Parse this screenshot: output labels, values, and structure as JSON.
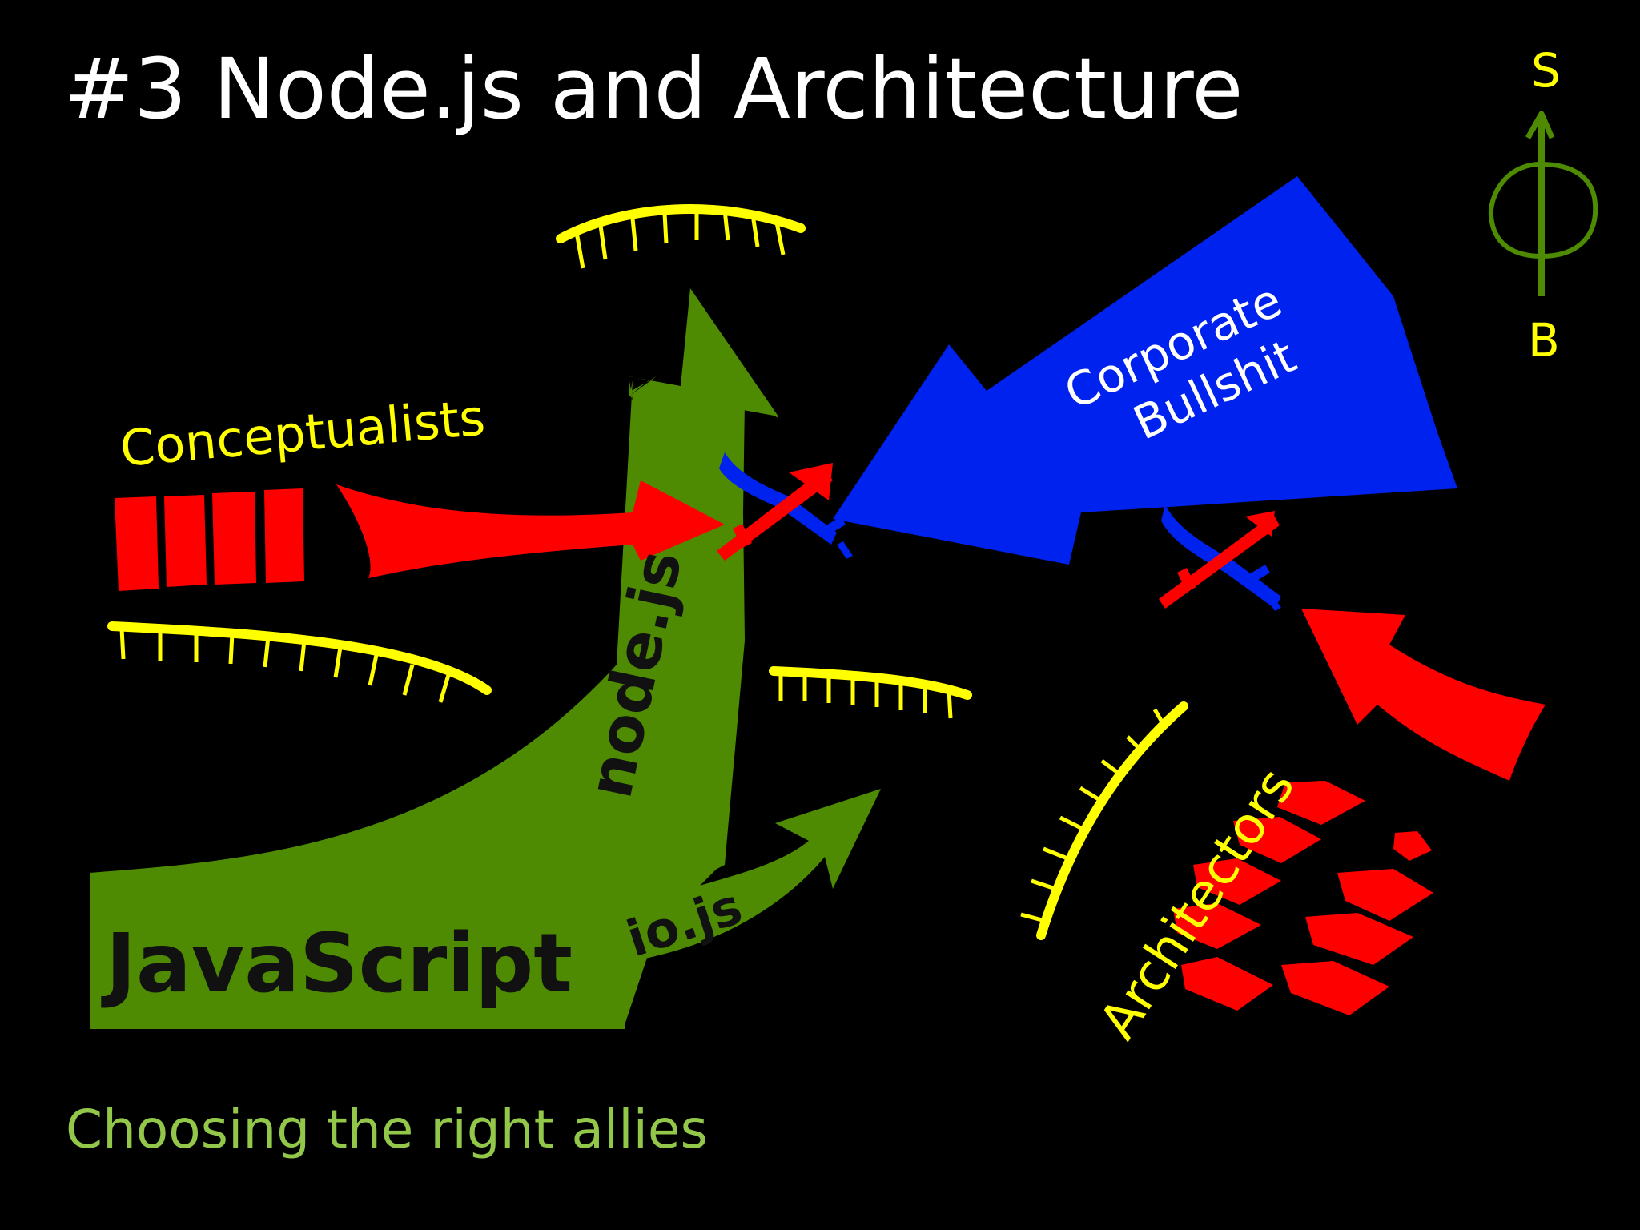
{
  "slide": {
    "title": "#3 Node.js and Architecture",
    "subtitle": "Choosing the right allies"
  },
  "labels": {
    "javascript": "JavaScript",
    "nodejs": "node.js",
    "iojs": "io.js",
    "conceptualists": "Conceptualists",
    "corporate_line1": "Corporate",
    "corporate_line2": "Bullshit",
    "architectors": "Architectors",
    "compass_top": "S",
    "compass_bottom": "B"
  },
  "colors": {
    "background": "#000000",
    "title": "#ffffff",
    "subtitle": "#92c74a",
    "green": "#4e8b02",
    "red": "#ff0000",
    "blue": "#0022ee",
    "yellow": "#ffff00",
    "compass": "#4e8b02",
    "dark_text": "#111111"
  }
}
